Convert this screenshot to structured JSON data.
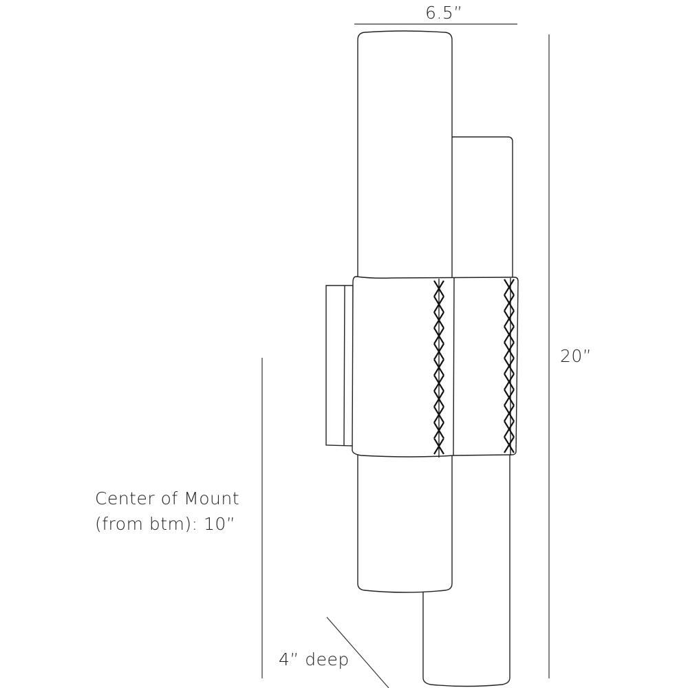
{
  "dimensions": {
    "width": "6.5”",
    "height": "20”",
    "depth": "4” deep",
    "center_mount_line1": "Center of Mount",
    "center_mount_line2": "(from btm): 10”"
  },
  "colors": {
    "line": "#222222",
    "background": "#ffffff"
  }
}
